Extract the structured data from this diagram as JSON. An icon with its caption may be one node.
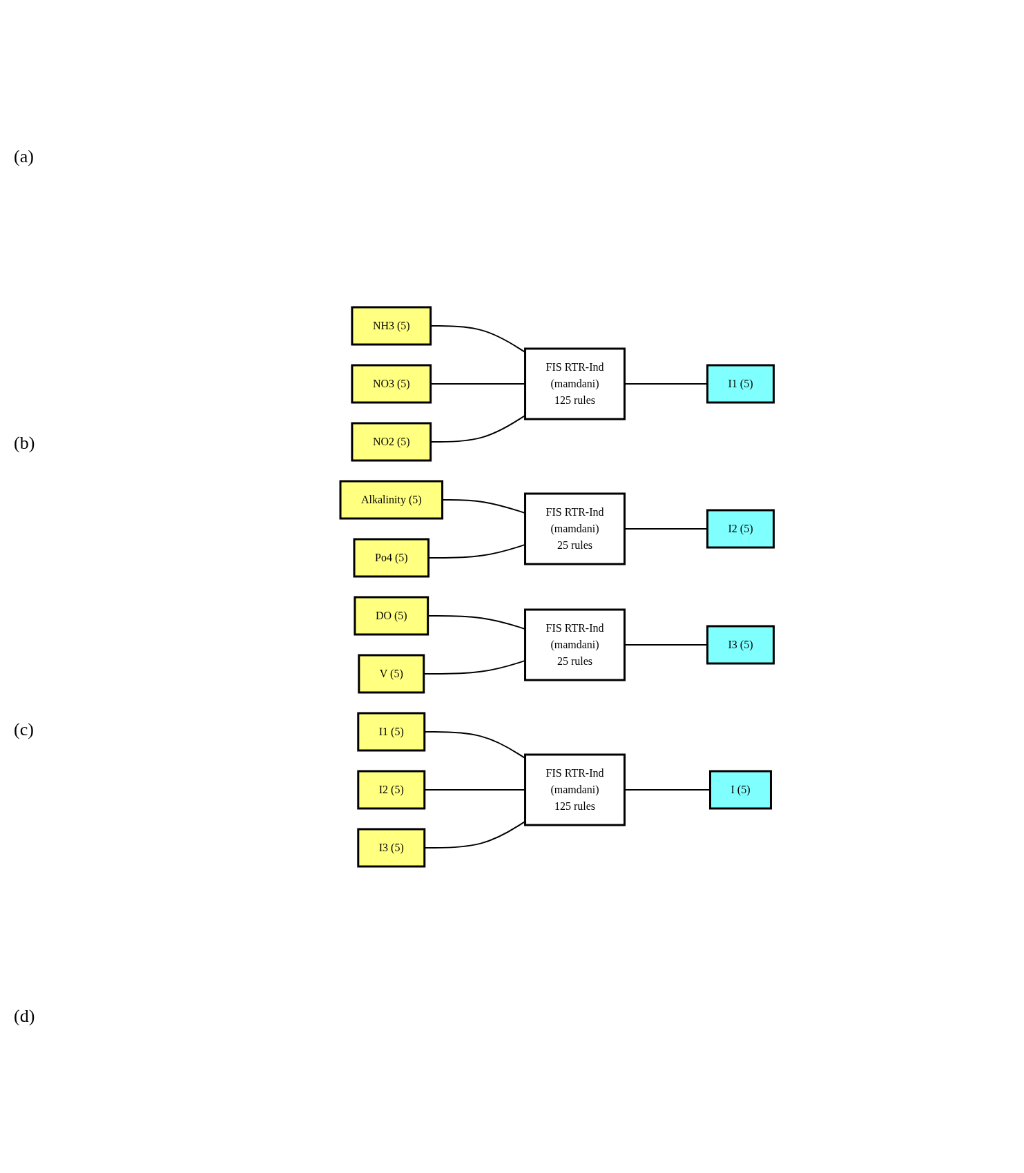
{
  "diagram": {
    "nodes": [
      {
        "text": [
          "NH3 (5)"
        ]
      },
      {
        "text": [
          "NO3 (5)"
        ]
      },
      {
        "text": [
          "NO2 (5)"
        ]
      },
      {
        "text": [
          "FIS RTR-Ind",
          "(mamdani)",
          "125 rules"
        ]
      },
      {
        "text": [
          "I1 (5)"
        ]
      },
      {
        "text": [
          "Alkalinity (5)"
        ]
      },
      {
        "text": [
          "Po4 (5)"
        ]
      },
      {
        "text": [
          "FIS RTR-Ind",
          "(mamdani)",
          "25 rules"
        ]
      },
      {
        "text": [
          "I2 (5)"
        ]
      },
      {
        "text": [
          "DO (5)"
        ]
      },
      {
        "text": [
          "V (5)"
        ]
      },
      {
        "text": [
          "FIS RTR-Ind",
          "(mamdani)",
          "25 rules"
        ]
      },
      {
        "text": [
          "I3 (5)"
        ]
      },
      {
        "text": [
          "I1 (5)"
        ]
      },
      {
        "text": [
          "I2 (5)"
        ]
      },
      {
        "text": [
          "I3 (5)"
        ]
      },
      {
        "text": [
          "FIS RTR-Ind",
          "(mamdani)",
          "125 rules"
        ]
      },
      {
        "text": [
          "I (5)"
        ]
      }
    ],
    "edges": [
      {
        "from": 0,
        "to": 3,
        "arrow": "none"
      },
      {
        "from": 1,
        "to": 3,
        "arrow": "none"
      },
      {
        "from": 2,
        "to": 3,
        "arrow": "none"
      },
      {
        "from": 3,
        "to": 4,
        "arrow": "none"
      },
      {
        "from": 5,
        "to": 7,
        "arrow": "none"
      },
      {
        "from": 6,
        "to": 7,
        "arrow": "none"
      },
      {
        "from": 7,
        "to": 8,
        "arrow": "none"
      },
      {
        "from": 9,
        "to": 11,
        "arrow": "none"
      },
      {
        "from": 10,
        "to": 11,
        "arrow": "none"
      },
      {
        "from": 11,
        "to": 12,
        "arrow": "none"
      },
      {
        "from": 13,
        "to": 16,
        "arrow": "none"
      },
      {
        "from": 14,
        "to": 16,
        "arrow": "none"
      },
      {
        "from": 15,
        "to": 16,
        "arrow": "none"
      },
      {
        "from": 16,
        "to": 17,
        "arrow": "none"
      }
    ],
    "labels": [
      "(a)",
      "(b)",
      "(c)",
      "(d)"
    ]
  }
}
